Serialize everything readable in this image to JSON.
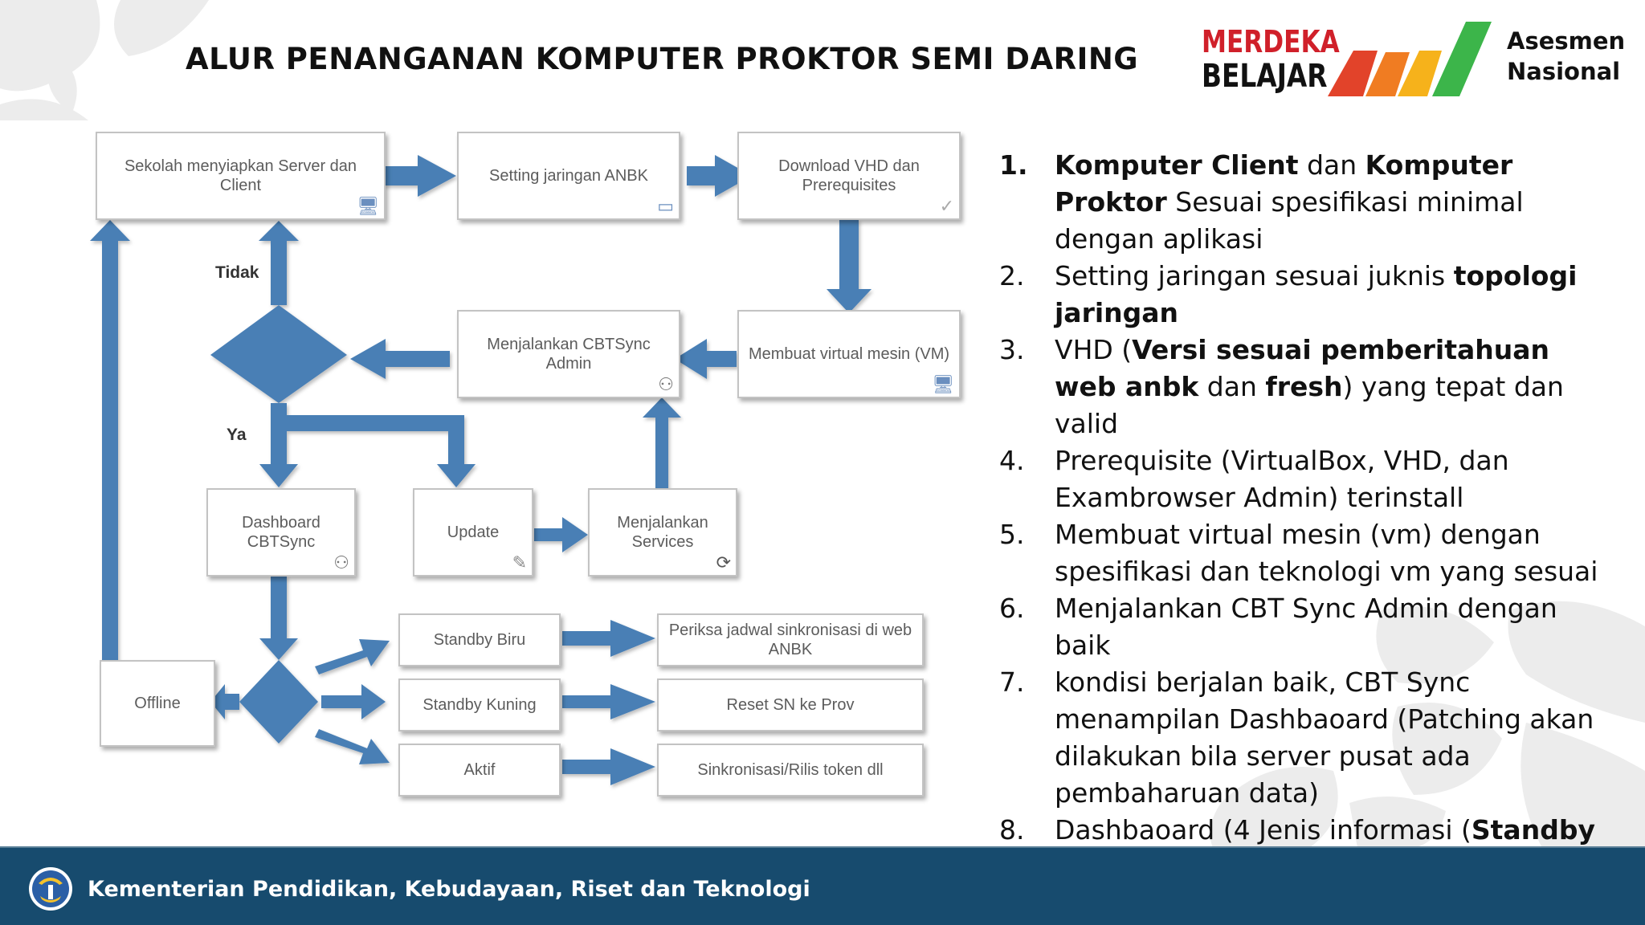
{
  "slide": {
    "title": "ALUR PENANGANAN KOMPUTER PROKTOR SEMI DARING"
  },
  "logo": {
    "line1": "MERDEKA",
    "line2": "BELAJAR",
    "brand_line1": "Asesmen",
    "brand_line2": "Nasional",
    "colors": {
      "red": "#d0202a",
      "orange": "#f07c22",
      "yellow": "#f6b21b",
      "green": "#3cb54a"
    }
  },
  "flowchart": {
    "boxes": {
      "server_client": "Sekolah menyiapkan Server dan Client",
      "setting_jaringan": "Setting jaringan ANBK",
      "download_vhd": "Download VHD dan Prerequisites",
      "membuat_vm": "Membuat virtual mesin (VM)",
      "cbtsync_admin": "Menjalankan CBTSync Admin",
      "dashboard": "Dashboard CBTSync",
      "update": "Update",
      "services": "Menjalankan Services",
      "standby_biru": "Standby Biru",
      "standby_kuning": "Standby Kuning",
      "aktif": "Aktif",
      "offline": "Offline",
      "periksa_jadwal": "Periksa jadwal sinkronisasi di web ANBK",
      "reset_sn": "Reset SN ke Prov",
      "sinkronisasi": "Sinkronisasi/Rilis token dll"
    },
    "labels": {
      "tidak": "Tidak",
      "ya": "Ya"
    },
    "arrow_color": "#4a7fb5",
    "icons": {
      "server_client": "monitor-icon",
      "setting_jaringan": "network-switch-icon",
      "download_vhd": "checkmark-icon",
      "membuat_vm": "monitor-icon",
      "cbtsync_admin": "users-icon",
      "dashboard": "users-icon",
      "update": "tools-icon",
      "services": "refresh-icon"
    }
  },
  "steps": [
    {
      "num": "1.",
      "parts": [
        {
          "t": "Komputer Client",
          "b": true
        },
        {
          "t": " dan "
        },
        {
          "t": "Komputer Proktor",
          "b": true
        },
        {
          "t": " Sesuai spesifikasi minimal dengan aplikasi"
        }
      ]
    },
    {
      "num": "2.",
      "parts": [
        {
          "t": "Setting jaringan sesuai juknis "
        },
        {
          "t": "topologi jaringan",
          "b": true
        }
      ]
    },
    {
      "num": "3.",
      "parts": [
        {
          "t": "VHD ("
        },
        {
          "t": "Versi sesuai pemberitahuan web anbk",
          "b": true
        },
        {
          "t": " dan "
        },
        {
          "t": "fresh",
          "b": true
        },
        {
          "t": ") yang tepat dan valid"
        }
      ]
    },
    {
      "num": "4.",
      "parts": [
        {
          "t": "Prerequisite (VirtualBox, VHD, dan Exambrowser Admin) terinstall"
        }
      ]
    },
    {
      "num": "5.",
      "parts": [
        {
          "t": "Membuat virtual mesin (vm) dengan spesifikasi dan teknologi vm yang sesuai"
        }
      ]
    },
    {
      "num": "6.",
      "parts": [
        {
          "t": "Menjalankan CBT Sync Admin dengan baik"
        }
      ]
    },
    {
      "num": "7.",
      "parts": [
        {
          "t": "kondisi berjalan baik, CBT Sync menampilan Dashbaoard (Patching akan dilakukan bila server pusat ada pembaharuan data)"
        }
      ]
    },
    {
      "num": "8.",
      "parts": [
        {
          "t": "Dashbaoard (4 Jenis informasi ("
        },
        {
          "t": "Standby Biru, Standby Kuning, Offline,  Aktif",
          "b": true
        },
        {
          "t": ")"
        }
      ]
    }
  ],
  "footer": {
    "text": "Kementerian Pendidikan, Kebudayaan, Riset dan Teknologi",
    "bg_color": "#174b6e"
  }
}
